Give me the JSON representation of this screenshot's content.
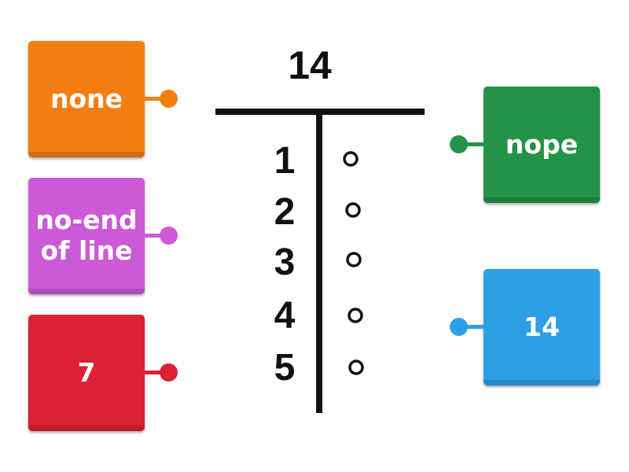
{
  "heading": "14",
  "stems": [
    "1",
    "2",
    "3",
    "4",
    "5"
  ],
  "tiles": {
    "none": {
      "label": "none",
      "color": "#f47f10"
    },
    "no_end_of_line": {
      "label": "no-end\nof line",
      "color": "#cc59d6"
    },
    "seven": {
      "label": "7",
      "color": "#db2133"
    },
    "nope": {
      "label": "nope",
      "color": "#239348"
    },
    "fourteen": {
      "label": "14",
      "color": "#2e9fe6"
    }
  }
}
